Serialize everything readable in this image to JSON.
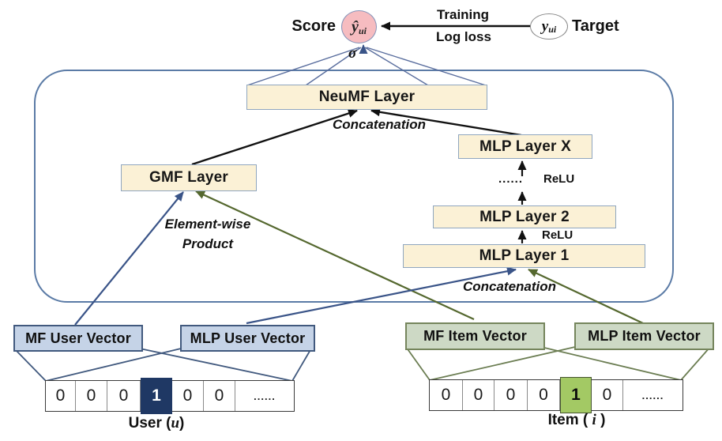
{
  "header": {
    "score_label": "Score",
    "score_symbol": "ŷ",
    "score_sub": "ui",
    "sigma": "σ",
    "training": "Training",
    "log_loss": "Log loss",
    "target_symbol": "y",
    "target_sub": "ui",
    "target_label": "Target"
  },
  "layers": {
    "neumf": "NeuMF Layer",
    "concat_top": "Concatenation",
    "gmf": "GMF Layer",
    "elementwise_line1": "Element-wise",
    "elementwise_line2": "Product",
    "mlp_x": "MLP Layer X",
    "mlp_2": "MLP Layer 2",
    "mlp_1": "MLP Layer 1",
    "dots": "......",
    "relu_upper": "ReLU",
    "relu_lower": "ReLU",
    "concat_bottom": "Concatenation"
  },
  "embeddings": {
    "mf_user": "MF User Vector",
    "mlp_user": "MLP User Vector",
    "mf_item": "MF Item Vector",
    "mlp_item": "MLP Item Vector"
  },
  "user_vector": {
    "cells": [
      "0",
      "0",
      "0",
      "1",
      "0",
      "0",
      "......"
    ],
    "hot_index": 3,
    "label_prefix": "User (",
    "label_var": "u",
    "label_suffix": ")"
  },
  "item_vector": {
    "cells": [
      "0",
      "0",
      "0",
      "0",
      "1",
      "0",
      "......"
    ],
    "hot_index": 4,
    "label_prefix": "Item ( ",
    "label_var": "i",
    "label_suffix": " )"
  },
  "colors": {
    "layer_fill": "#FBF1D6",
    "layer_border": "#8FA6BF",
    "user_fill": "#C5D3E7",
    "user_border": "#41597E",
    "item_fill": "#CDD9C5",
    "item_border": "#75855C",
    "hot_user": "#1F3864",
    "hot_item": "#A3C964",
    "score_fill": "#F6BCC0",
    "frame_border": "#5B7BA6",
    "edge_blue": "#3A5488",
    "edge_green": "#55682F",
    "edge_black": "#111111"
  }
}
